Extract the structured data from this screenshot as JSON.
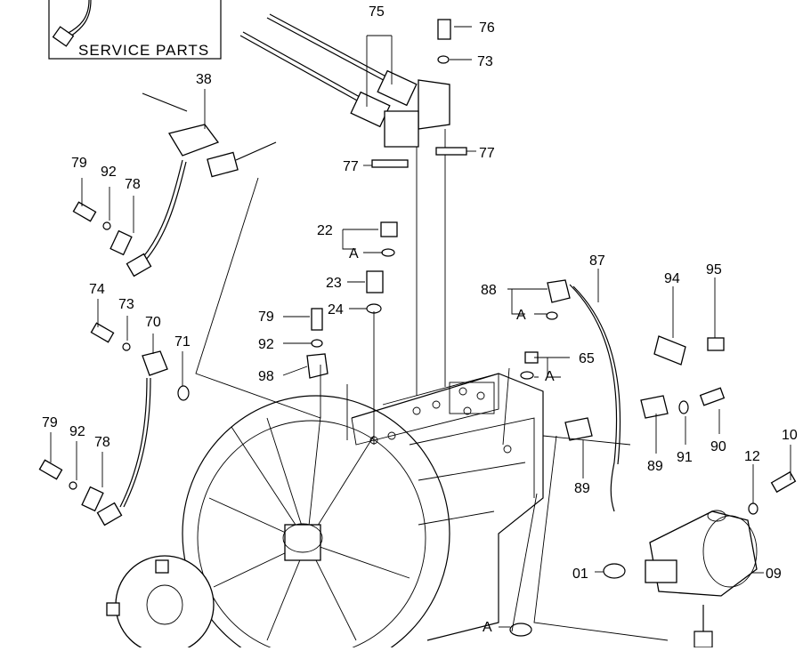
{
  "service_box": {
    "label": "SERVICE PARTS"
  },
  "callouts": {
    "p75": "75",
    "p76": "76",
    "p73a": "73",
    "p77a": "77",
    "p77b": "77",
    "p38": "38",
    "p79a": "79",
    "p92a": "92",
    "p78a": "78",
    "p22": "22",
    "pA1": "A",
    "p23": "23",
    "p24": "24",
    "p79b": "79",
    "p92b": "92",
    "p98": "98",
    "p74": "74",
    "p73b": "73",
    "p70": "70",
    "p71": "71",
    "p79c": "79",
    "p92c": "92",
    "p78c": "78",
    "p88": "88",
    "pA2": "A",
    "p87": "87",
    "p94": "94",
    "p95": "95",
    "p65": "65",
    "pA3": "A",
    "p89a": "89",
    "p91": "91",
    "p90": "90",
    "p89b": "89",
    "p12": "12",
    "p10": "10",
    "p01": "01",
    "p09": "09",
    "pA4": "A"
  },
  "colors": {
    "ink": "#000000",
    "paper": "#ffffff"
  }
}
